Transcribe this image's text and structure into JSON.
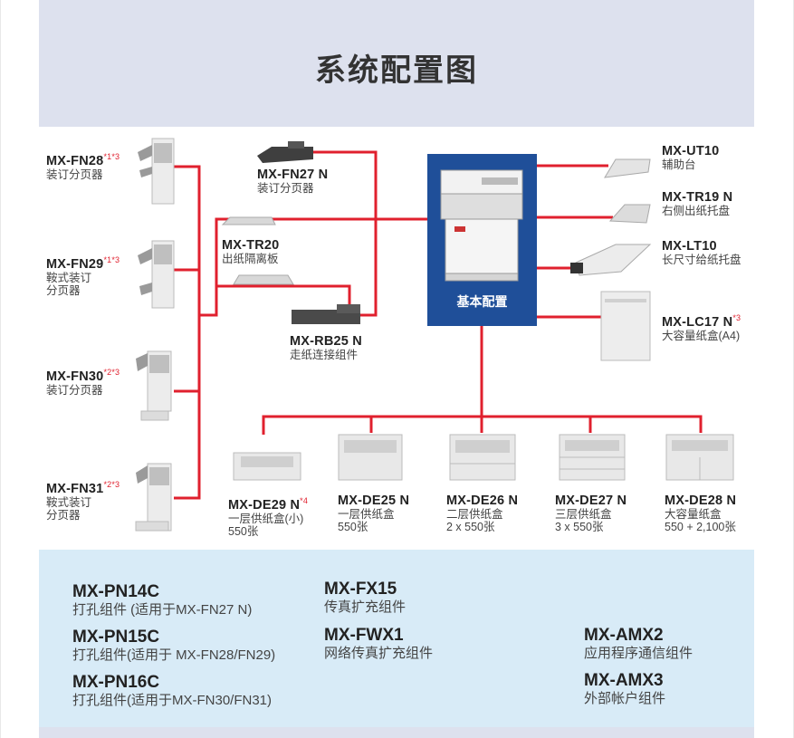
{
  "title": "系统配置图",
  "base": {
    "label": "基本配置"
  },
  "finishers": [
    {
      "code": "MX-FN28",
      "sup": "*1*3",
      "desc": "装订分页器"
    },
    {
      "code": "MX-FN29",
      "sup": "*1*3",
      "desc": "鞍式装订\n分页器"
    },
    {
      "code": "MX-FN30",
      "sup": "*2*3",
      "desc": "装订分页器"
    },
    {
      "code": "MX-FN31",
      "sup": "*2*3",
      "desc": "鞍式装订\n分页器"
    }
  ],
  "middle": [
    {
      "code": "MX-FN27 N",
      "sup": "",
      "desc": "装订分页器"
    },
    {
      "code": "MX-TR20",
      "sup": "",
      "desc": "出纸隔离板"
    },
    {
      "code": "MX-RB25 N",
      "sup": "",
      "desc": "走纸连接组件"
    }
  ],
  "right": [
    {
      "code": "MX-UT10",
      "sup": "",
      "desc": "辅助台"
    },
    {
      "code": "MX-TR19 N",
      "sup": "",
      "desc": "右侧出纸托盘"
    },
    {
      "code": "MX-LT10",
      "sup": "",
      "desc": "长尺寸给纸托盘"
    },
    {
      "code": "MX-LC17 N",
      "sup": "*3",
      "desc": "大容量纸盒(A4)"
    }
  ],
  "drawers": [
    {
      "code": "MX-DE29 N",
      "sup": "*4",
      "desc": "一层供纸盒(小)\n550张"
    },
    {
      "code": "MX-DE25 N",
      "sup": "",
      "desc": "一层供纸盒\n550张"
    },
    {
      "code": "MX-DE26 N",
      "sup": "",
      "desc": "二层供纸盒\n2 x 550张"
    },
    {
      "code": "MX-DE27 N",
      "sup": "",
      "desc": "三层供纸盒\n3 x 550张"
    },
    {
      "code": "MX-DE28 N",
      "sup": "",
      "desc": "大容量纸盒\n550 + 2,100张"
    }
  ],
  "options": [
    {
      "code": "MX-PN14C",
      "desc": "打孔组件 (适用于MX-FN27 N)"
    },
    {
      "code": "MX-PN15C",
      "desc": "打孔组件(适用于 MX-FN28/FN29)"
    },
    {
      "code": "MX-PN16C",
      "desc": "打孔组件(适用于MX-FN30/FN31)"
    },
    {
      "code": "MX-FX15",
      "desc": "传真扩充组件"
    },
    {
      "code": "MX-FWX1",
      "desc": "网络传真扩充组件"
    },
    {
      "code": "MX-AMX2",
      "desc": "应用程序通信组件"
    },
    {
      "code": "MX-AMX3",
      "desc": "外部帐户组件"
    }
  ],
  "colors": {
    "connector": "#e0202e",
    "base_box": "#1f4f99",
    "title_band": "#dde1ee",
    "options_band": "#d8ebf7"
  }
}
